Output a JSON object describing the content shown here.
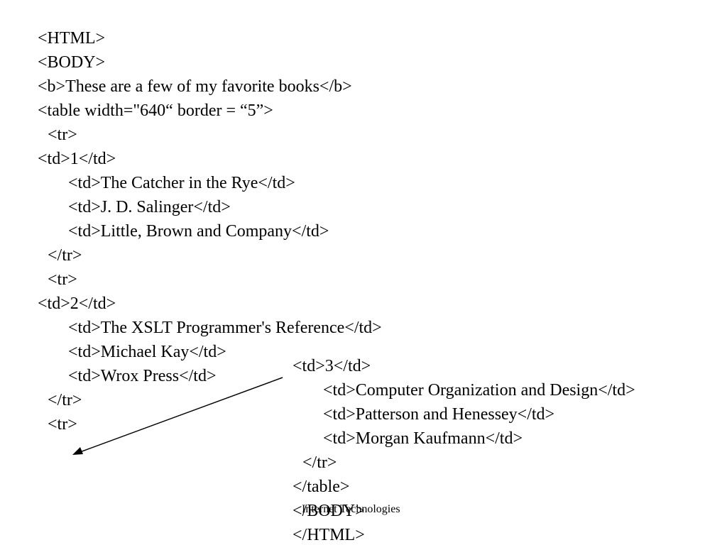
{
  "left_code": [
    "<HTML>",
    "<BODY>",
    "<b>These are a few of my favorite books</b>",
    "<table width=\"640“ border = “5”>",
    "<tr>",
    "<td>1</td>",
    "<td>The Catcher in the Rye</td>",
    "<td>J. D. Salinger</td>",
    "<td>Little, Brown and Company</td>",
    "</tr>",
    "<tr>",
    "<td>2</td>",
    "<td>The XSLT Programmer's Reference</td>",
    "<td>Michael Kay</td>",
    "<td>Wrox Press</td>",
    "</tr>",
    "<tr>"
  ],
  "right_code": [
    "<td>3</td>",
    "<td>Computer Organization and Design</td>",
    "<td>Patterson and Henessey</td>",
    "<td>Morgan Kaufmann</td>",
    "</tr>",
    "</table>",
    "</BODY>",
    "</HTML>"
  ],
  "footer": "Internet Technologies"
}
